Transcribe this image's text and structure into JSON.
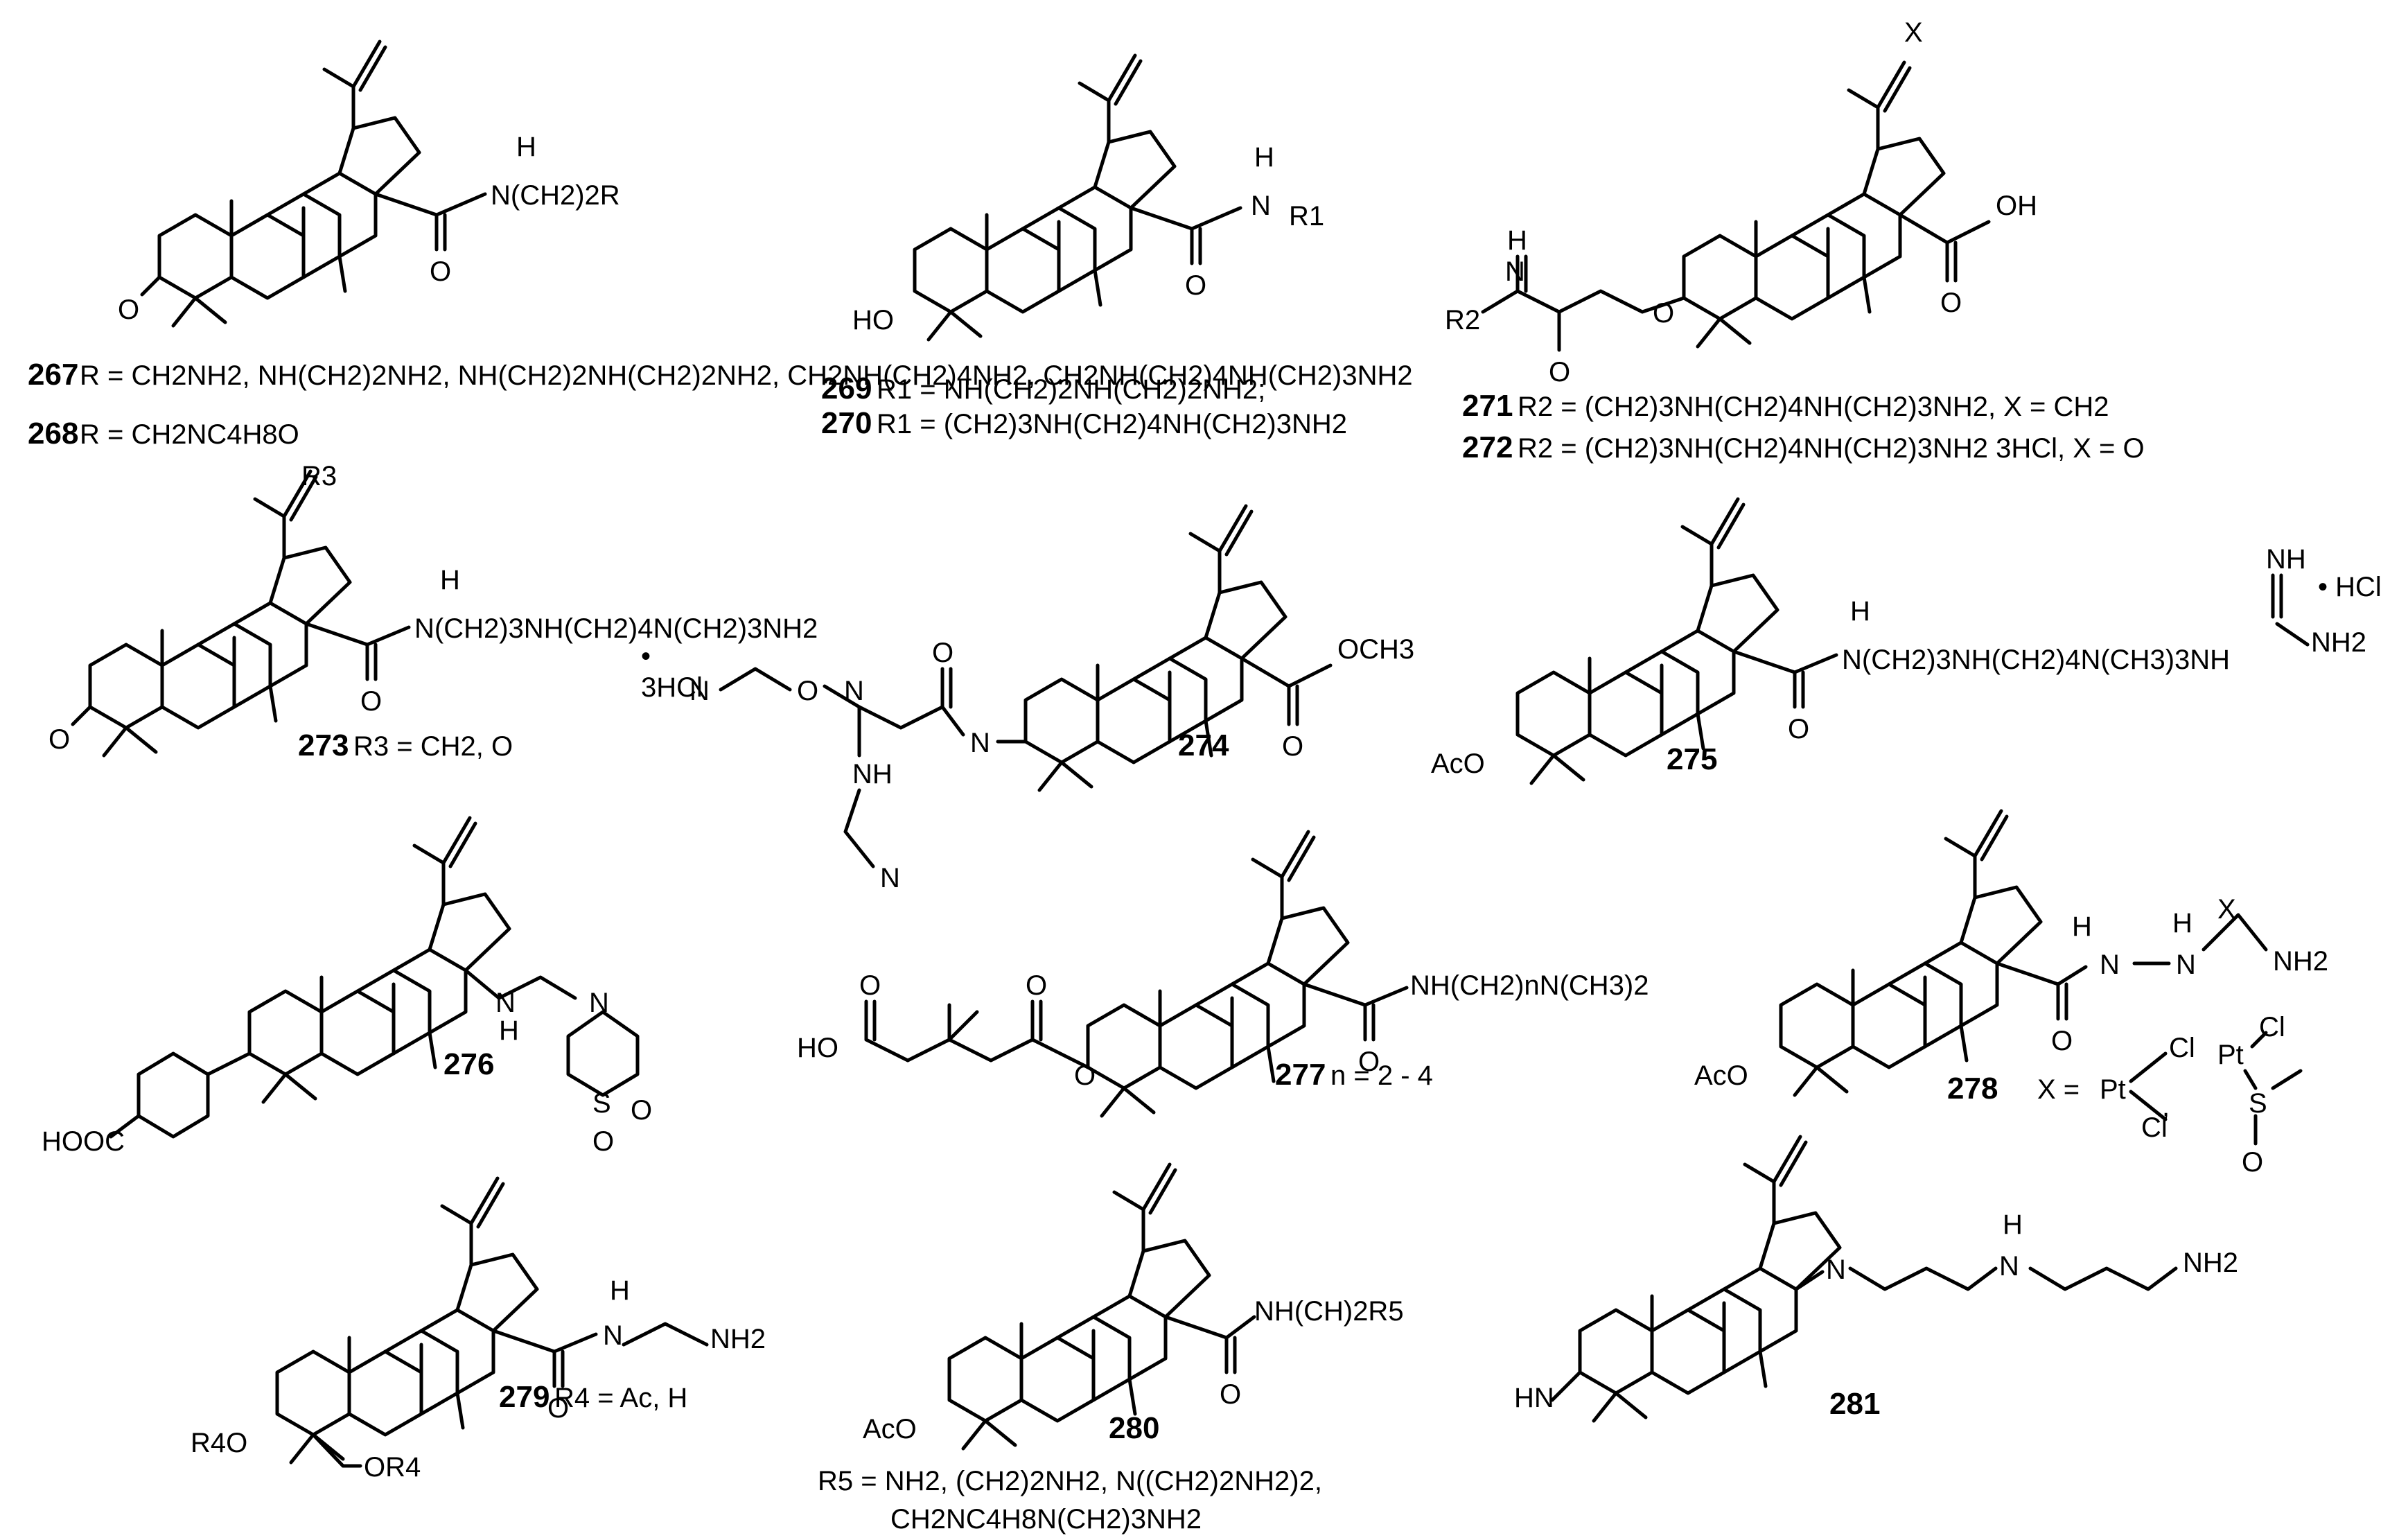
{
  "compounds": [
    {
      "number": "267",
      "desc": "R = CH2NH2, NH(CH2)2NH2, NH(CH2)2NH(CH2)2NH2, CH2NH(CH2)4NH2, CH2NH(CH2)4NH(CH2)3NH2"
    },
    {
      "number": "268",
      "desc": "R = CH2NC4H8O"
    },
    {
      "number": "269",
      "desc": "R1 = NH(CH2)2NH(CH2)2NH2;"
    },
    {
      "number": "270",
      "desc": "R1 = (CH2)3NH(CH2)4NH(CH2)3NH2"
    },
    {
      "number": "271",
      "desc": "R2 = (CH2)3NH(CH2)4NH(CH2)3NH2, X = CH2"
    },
    {
      "number": "272",
      "desc": "R2 = (CH2)3NH(CH2)4NH(CH2)3NH2 3HCl, X = O"
    },
    {
      "number": "273",
      "desc": "R3 = CH2, O"
    },
    {
      "number": "274",
      "desc": ""
    },
    {
      "number": "275",
      "desc": ""
    },
    {
      "number": "276",
      "desc": ""
    },
    {
      "number": "277",
      "desc": "n = 2 - 4"
    },
    {
      "number": "278",
      "desc": ""
    },
    {
      "number": "279",
      "desc": "R4 = Ac, H"
    },
    {
      "number": "280",
      "desc": ""
    },
    {
      "number": "281",
      "desc": ""
    }
  ],
  "fragments": {
    "c267_chain": "N(CH2)2R",
    "c267_H": "H",
    "c267_O": "O",
    "c267_ketone": "O",
    "c269_R1": "R1",
    "c269_NH": "N",
    "c269_H": "H",
    "c269_O": "O",
    "c269_HO": "HO",
    "c271_X": "X",
    "c271_OH": "OH",
    "c271_O1": "O",
    "c271_ester_O": "O",
    "c271_amide_O": "O",
    "c271_R2N": "R2",
    "c271_NH": "N",
    "c271_H": "H",
    "c273_R3": "R3",
    "c273_chain": "N(CH2)3NH(CH2)4N(CH2)3NH2",
    "c273_H": "H",
    "c273_O": "O",
    "c273_salt": "3HCl",
    "c273_dot": "•",
    "c273_ketone": "O",
    "c274_ester": "OCH3",
    "c274_O": "O",
    "c274_N": "N",
    "c274_O2": "O",
    "c274_oxime": "N",
    "c274_Olink": "O",
    "c274_CN1": "N",
    "c274_NH": "NH",
    "c274_CN2": "N",
    "c275_chain": "N(CH2)3NH(CH2)4N(CH3)3NH",
    "c275_H": "H",
    "c275_O": "O",
    "c275_NH": "NH",
    "c275_NH2": "NH2",
    "c275_salt": "• HCl",
    "c275_AcO": "AcO",
    "c276_N": "N",
    "c276_H": "H",
    "c276_ringN": "N",
    "c276_S": "S",
    "c276_SO1": "O",
    "c276_SO2": "O",
    "c276_acid": "HOOC",
    "c277_chain": "NH(CH2)nN(CH3)2",
    "c277_O": "O",
    "c277_HO": "HO",
    "c277_O1": "O",
    "c277_O2": "O",
    "c277_O3": "O",
    "c278_H1": "H",
    "c278_N1": "N",
    "c278_H2": "H",
    "c278_N2": "N",
    "c278_X": "X",
    "c278_NH2": "NH2",
    "c278_O": "O",
    "c278_AcO": "AcO",
    "c278_Xeq": "X =",
    "c278_Pt1": "Pt",
    "c278_Cl1": "Cl",
    "c278_Cl2": "Cl",
    "c278_comma": ",",
    "c278_Pt2": "Pt",
    "c278_Cl3": "Cl",
    "c278_S": "S",
    "c278_SO": "O",
    "c279_H": "H",
    "c279_N": "N",
    "c279_NH2": "NH2",
    "c279_O": "O",
    "c279_R4O": "R4O",
    "c279_OR4": "OR4",
    "c280_chain": "NH(CH)2R5",
    "c280_O": "O",
    "c280_AcO": "AcO",
    "c280_R5a": "R5 = NH2, (CH2)2NH2, N((CH2)2NH2)2,",
    "c280_R5b": "CH2NC4H8N(CH2)3NH2",
    "c281_N": "N",
    "c281_H": "H",
    "c281_NH": "N",
    "c281_NH2": "NH2",
    "c281_HN": "HN"
  }
}
